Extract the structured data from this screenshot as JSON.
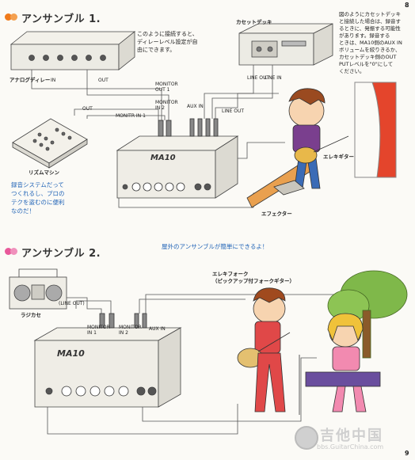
{
  "page": {
    "num_top": "8",
    "num_bottom": "9"
  },
  "section1": {
    "title": "アンサンブル 1.",
    "note_center": [
      "このように接続すると、",
      "ディレーレベル設定が自",
      "由にできます。"
    ],
    "note_right": [
      "図のようにカセットデッキ",
      "と接続した場合は、録音す",
      "るときに、発振する可能性",
      "があります。録音する",
      "ときは、MA10側のAUX IN",
      "ボリュームを絞りきるか、",
      "カセットデッキ側のOUT",
      "PUTレベルを\"0\"にして",
      "ください。"
    ],
    "note_left": [
      "録音システムだって",
      "つくれるし、プロの",
      "テクを盗むのに便利",
      "なのだ！"
    ],
    "labels": {
      "analog_delay": "アナログディレー",
      "cassette": "カセットデッキ",
      "rhythm": "リズムマシン",
      "guitar": "エレキギター",
      "effector": "エフェクター",
      "in": "IN",
      "out": "OUT",
      "out2": "OUT",
      "monitor_out1": [
        "MONITOR",
        "OUT 1"
      ],
      "monitor_in2": [
        "MONITOR",
        "IN 2"
      ],
      "monitor_in1": "MONITR IN 1",
      "line_out": "LINE OUT",
      "line_in": "LINE IN",
      "aux_in": "AUX IN",
      "line_out2": "LINE OUT"
    },
    "mixer_brand": "MA10"
  },
  "section2": {
    "title": "アンサンブル 2.",
    "subtitle": "屋外のアンサンブルが簡単にできるよ！",
    "labels": {
      "radio": "ラジカセ",
      "line_out": "(LINE OUT)",
      "monitor_in1": [
        "MONITOR",
        "IN 1"
      ],
      "monitor_in2": [
        "MONITOR",
        "IN 2"
      ],
      "aux_in": "AUX IN",
      "folk": [
        "エレキフォーク",
        "（ピックアップ付フォークギター）"
      ]
    },
    "mixer_brand": "MA10"
  },
  "watermark": {
    "main": "吉他中国",
    "url": "bbs.GuitarChina.com"
  },
  "colors": {
    "dot_orange": "#f07a1a",
    "dot_pink": "#e8589a",
    "blue_text": "#2466b8"
  }
}
